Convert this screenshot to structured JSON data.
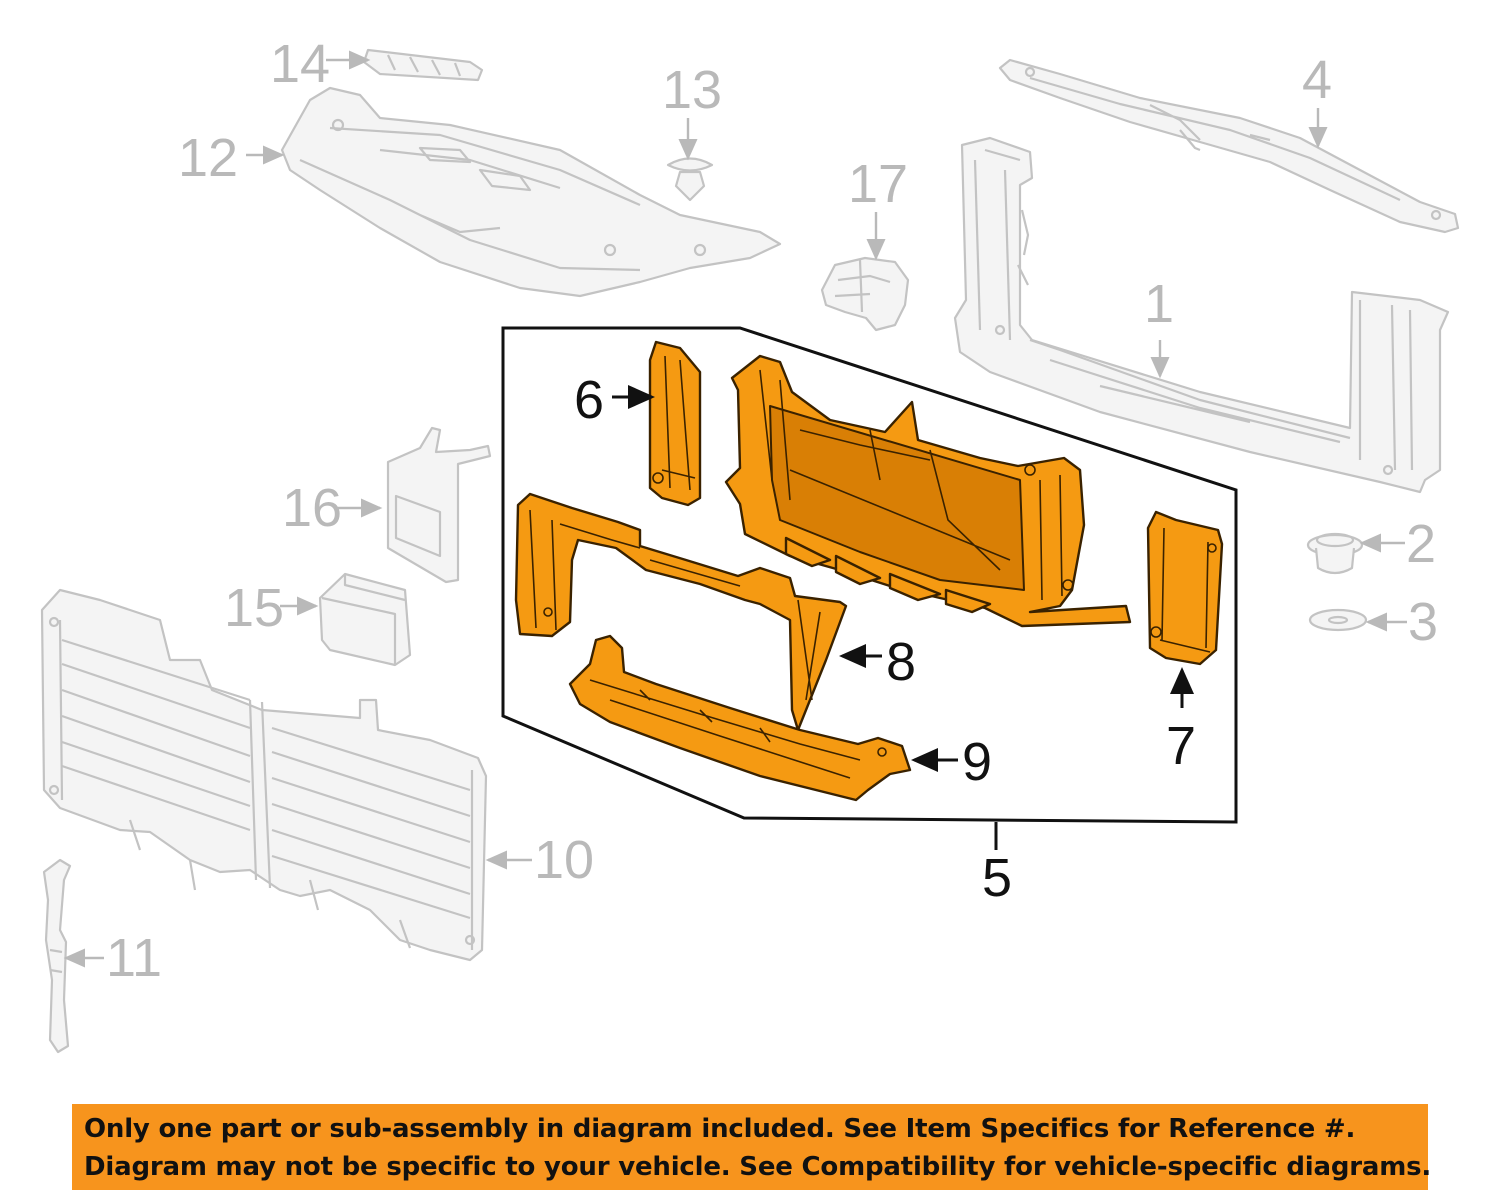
{
  "callouts": {
    "c1": "1",
    "c2": "2",
    "c3": "3",
    "c4": "4",
    "c5": "5",
    "c6": "6",
    "c7": "7",
    "c8": "8",
    "c9": "9",
    "c10": "10",
    "c11": "11",
    "c12": "12",
    "c13": "13",
    "c14": "14",
    "c15": "15",
    "c16": "16",
    "c17": "17"
  },
  "colors": {
    "highlight": "#f59a12",
    "banner": "#f7941d",
    "ghost": "#c3c3c3"
  },
  "banner": {
    "line1": "Only one part or sub-assembly in diagram included. See Item Specifics for Reference #.",
    "line2": "Diagram may not be specific to your vehicle. See Compatibility for vehicle-specific diagrams."
  }
}
